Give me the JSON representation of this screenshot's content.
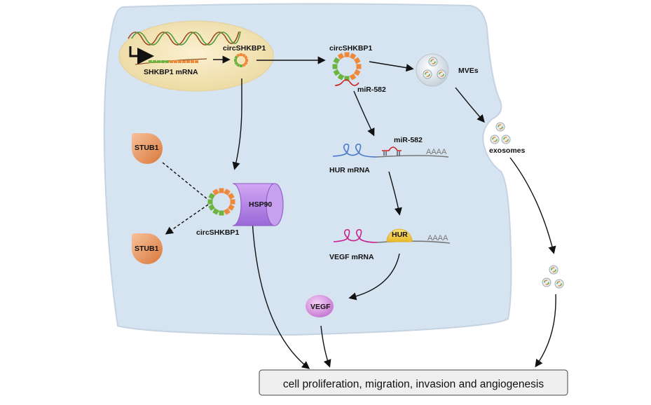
{
  "labels": {
    "shkbp1_mrna": "SHKBP1 mRNA",
    "circ_nucleus": "circSHKBP1",
    "circ_top": "circSHKBP1",
    "mir582_top": "miR-582",
    "mves": "MVEs",
    "exosomes": "exosomes",
    "mir582_bind": "miR-582",
    "hur_mrna": "HUR mRNA",
    "aaaa1": "AAAA",
    "hur": "HUR",
    "vegf_mrna": "VEGF mRNA",
    "aaaa2": "AAAA",
    "stub1_top": "STUB1",
    "stub1_bottom": "STUB1",
    "hsp90": "HSP90",
    "circ_hsp90": "circSHKBP1",
    "vegf": "VEGF",
    "outcome": "cell proliferation, migration, invasion and angiogenesis"
  },
  "colors": {
    "cell": "#d6e3f0",
    "nucleus": "#f5e6bb",
    "green": "#6db33f",
    "orange": "#f0883a",
    "hsp90": "#b07fe0",
    "stub1": "#f0a070",
    "hur": "#f5d04a",
    "vegf": "#e0a0e8"
  }
}
